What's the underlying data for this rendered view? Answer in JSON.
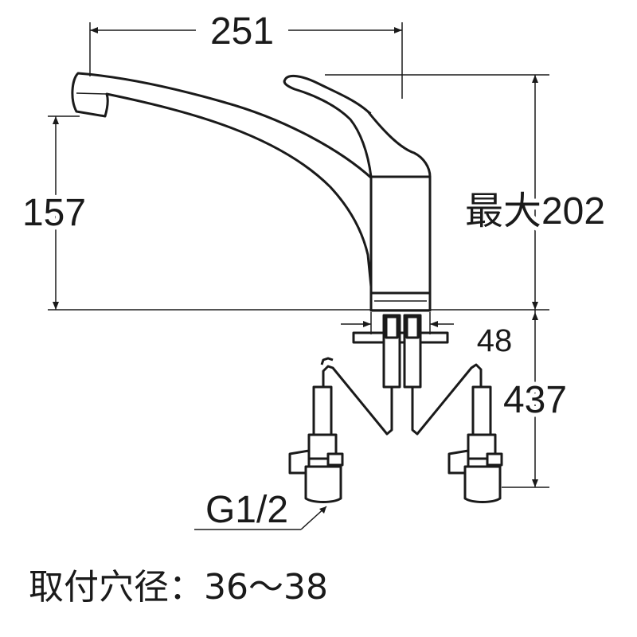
{
  "dimensions": {
    "overall_length": "251",
    "spout_height": "157",
    "max_height": "最大202",
    "base_diameter": "48",
    "hose_length": "437",
    "connection_thread": "G1/2"
  },
  "mounting_note": "取付穴径：36〜38",
  "colors": {
    "line": "#1a1a1a",
    "background": "#ffffff"
  }
}
